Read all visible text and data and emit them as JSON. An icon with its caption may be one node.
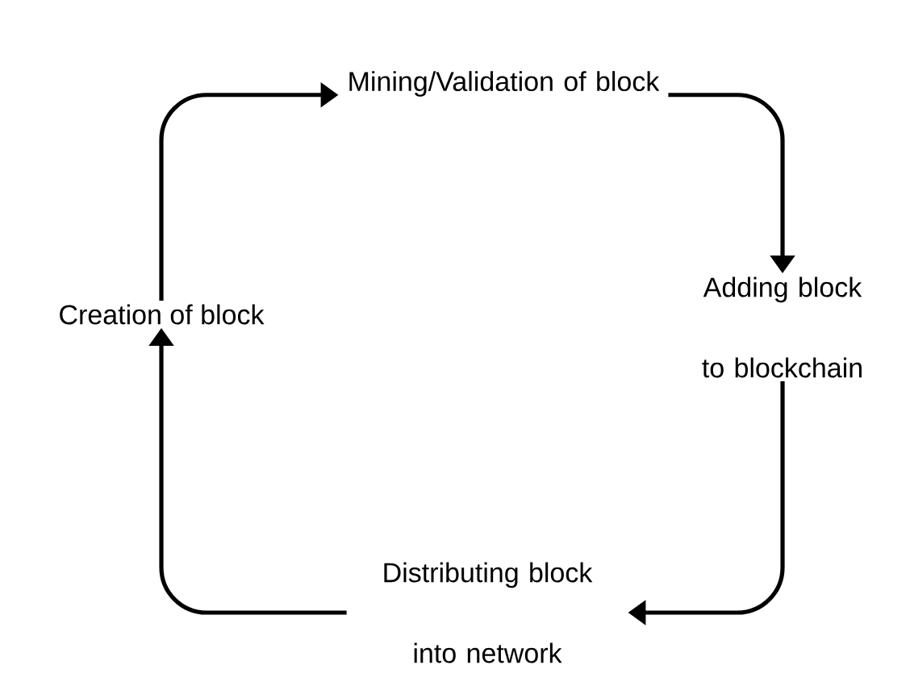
{
  "diagram": {
    "nodes": [
      {
        "text": [
          "Mining/Validation of block"
        ]
      },
      {
        "text": [
          "Adding block to blockchain"
        ]
      },
      {
        "text": [
          "Distributing block into network"
        ]
      },
      {
        "text": [
          "Creation of block"
        ]
      }
    ],
    "edges": [
      {
        "from": 3,
        "to": 0,
        "arrow": "to"
      },
      {
        "from": 0,
        "to": 1,
        "arrow": "to"
      },
      {
        "from": 1,
        "to": 2,
        "arrow": "to"
      },
      {
        "from": 2,
        "to": 3,
        "arrow": "to"
      }
    ]
  }
}
